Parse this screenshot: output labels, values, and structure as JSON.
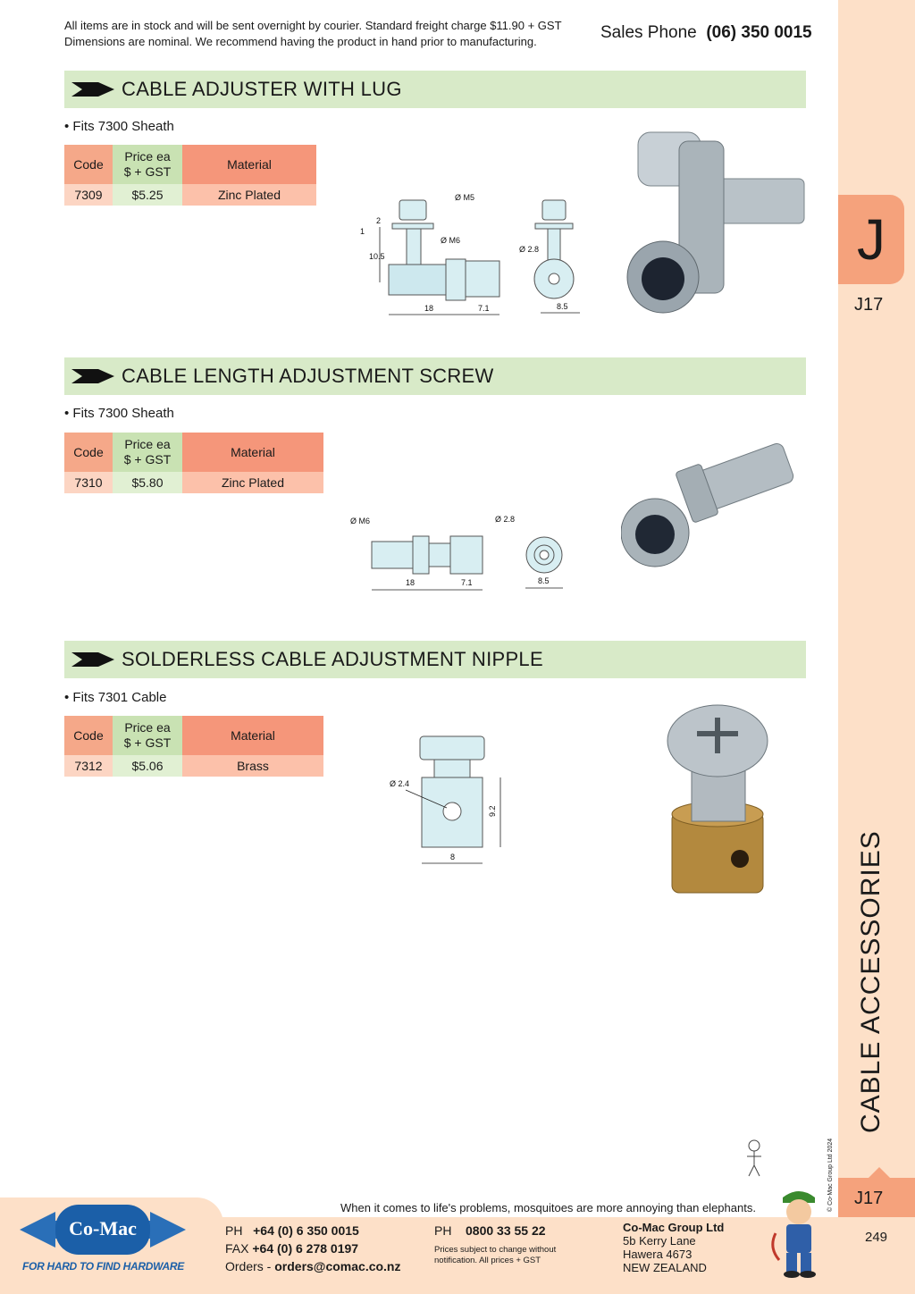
{
  "header": {
    "notice_line1": "All items are in stock and will be sent overnight by courier. Standard freight charge $11.90 + GST",
    "notice_line2": "Dimensions are nominal. We recommend having the product in hand prior to manufacturing.",
    "sales_label": "Sales Phone",
    "sales_number": "(06) 350 0015"
  },
  "sidebar": {
    "section_letter": "J",
    "page_code": "J17",
    "category": "CABLE ACCESSORIES",
    "copyright": "© Co-Mac Group Ltd 2024",
    "bottom_code": "J17",
    "page_number": "249"
  },
  "products": [
    {
      "title": "CABLE ADJUSTER WITH LUG",
      "fits": "• Fits 7300 Sheath",
      "headers": {
        "code": "Code",
        "price1": "Price ea",
        "price2": "$ + GST",
        "material": "Material"
      },
      "row": {
        "code": "7309",
        "price": "$5.25",
        "material": "Zinc Plated"
      },
      "dims": {
        "m5": "Ø M5",
        "m6": "Ø M6",
        "d28": "Ø 2.8",
        "h2": "2",
        "h1": "1",
        "h105": "10.5",
        "l18": "18",
        "l71": "7.1",
        "w85": "8.5"
      }
    },
    {
      "title": "CABLE LENGTH ADJUSTMENT SCREW",
      "fits": "• Fits 7300 Sheath",
      "headers": {
        "code": "Code",
        "price1": "Price ea",
        "price2": "$ + GST",
        "material": "Material"
      },
      "row": {
        "code": "7310",
        "price": "$5.80",
        "material": "Zinc Plated"
      },
      "dims": {
        "m6": "Ø M6",
        "d28": "Ø 2.8",
        "l18": "18",
        "l71": "7.1",
        "w85": "8.5"
      }
    },
    {
      "title": "SOLDERLESS CABLE ADJUSTMENT NIPPLE",
      "fits": "• Fits 7301 Cable",
      "headers": {
        "code": "Code",
        "price1": "Price ea",
        "price2": "$ + GST",
        "material": "Material"
      },
      "row": {
        "code": "7312",
        "price": "$5.06",
        "material": "Brass"
      },
      "dims": {
        "d24": "Ø 2.4",
        "h92": "9.2",
        "w8": "8"
      }
    }
  ],
  "footer": {
    "quote": "When it comes to life's problems, mosquitoes are more annoying than elephants.",
    "logo_text": "Co-Mac",
    "tagline": "FOR HARD TO FIND HARDWARE",
    "ph_label": "PH",
    "ph_number": "+64 (0) 6 350 0015",
    "fax_label": "FAX",
    "fax_number": "+64 (0) 6 278 0197",
    "orders_label": "Orders -",
    "orders_email": "orders@comac.co.nz",
    "ph2_label": "PH",
    "ph2_number": "0800 33 55 22",
    "disclaimer1": "Prices subject to change without",
    "disclaimer2": "notification. All prices + GST",
    "company": "Co-Mac Group Ltd",
    "addr1": "5b Kerry Lane",
    "addr2": "Hawera 4673",
    "addr3": "NEW ZEALAND"
  },
  "colors": {
    "banner": "#d8eac8",
    "sidebar": "#fde0c8",
    "tab": "#f5a27c",
    "brand_blue": "#1b5fa8"
  }
}
